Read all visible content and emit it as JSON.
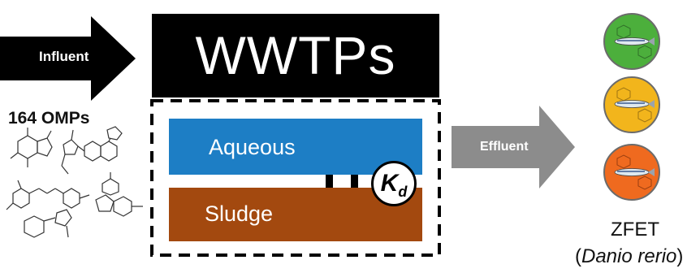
{
  "influent": {
    "label": "Influent"
  },
  "effluent": {
    "label": "Effluent"
  },
  "omps": {
    "title": "164 OMPs"
  },
  "wwtps": {
    "title": "WWTPs"
  },
  "phases": {
    "aqueous": "Aqueous",
    "sludge": "Sludge"
  },
  "partition": {
    "symbol": "K",
    "subscript": "d"
  },
  "zfet": {
    "label": "ZFET",
    "species_open": "(",
    "species_name": "Danio rerio",
    "species_close": ")"
  },
  "colors": {
    "aqueous": "#1d7ec5",
    "sludge": "#a3490f",
    "effluent_arrow": "#8c8c8c",
    "dish_green": "#4caf3c",
    "dish_yellow": "#f2b51c",
    "dish_orange": "#ef6a1f"
  },
  "icons": [
    "influent-arrow",
    "effluent-arrow",
    "exchange-arrows",
    "molecule-structures",
    "zebrafish-dish"
  ]
}
